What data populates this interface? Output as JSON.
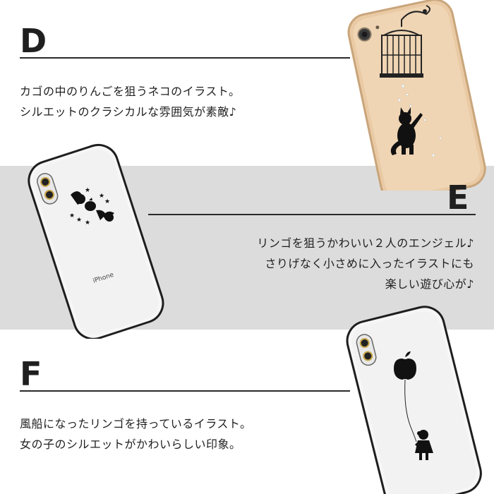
{
  "sections": [
    {
      "letter": "D",
      "lines": [
        "カゴの中のりんごを狙うネコのイラスト。",
        "シルエットのクラシカルな雰囲気が素敵♪"
      ]
    },
    {
      "letter": "E",
      "lines": [
        "リンゴを狙うかわいい２人のエンジェル♪",
        "さりげなく小さめに入ったイラストにも",
        "楽しい遊び心が♪"
      ]
    },
    {
      "letter": "F",
      "lines": [
        "風船になったリンゴを持っているイラスト。",
        "女の子のシルエットがかわいらしい印象。"
      ]
    }
  ],
  "phones": {
    "d": {
      "design": "cat-and-birdcage",
      "case_color": "#e8c9a3"
    },
    "e": {
      "design": "angels-with-apple",
      "label": "iPhone",
      "case_color": "#f4f4f4"
    },
    "f": {
      "design": "girl-with-apple-balloon",
      "case_color": "#f4f4f4"
    }
  },
  "colors": {
    "band": "#dcdcdc",
    "text": "#1f1f1f"
  }
}
